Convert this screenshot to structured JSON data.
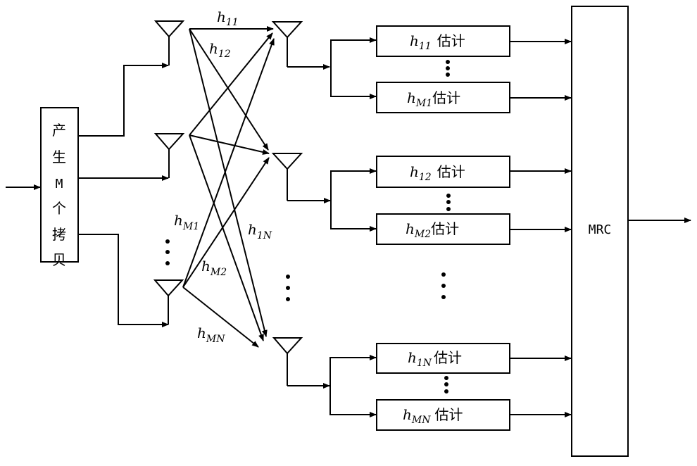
{
  "copy_block": {
    "chars": [
      "产",
      "生",
      "M",
      "个",
      "拷",
      "贝"
    ]
  },
  "channel_labels": {
    "h11": {
      "base": "h",
      "sub": "11"
    },
    "h12": {
      "base": "h",
      "sub": "12"
    },
    "hM1": {
      "base": "h",
      "sub": "M1"
    },
    "h1N": {
      "base": "h",
      "sub": "1N"
    },
    "hM2": {
      "base": "h",
      "sub": "M2"
    },
    "hMN": {
      "base": "h",
      "sub": "MN"
    }
  },
  "estimators": [
    {
      "base": "h",
      "sub": "11",
      "suffix": "估计"
    },
    {
      "base": "h",
      "sub": "M1",
      "suffix": "估计"
    },
    {
      "base": "h",
      "sub": "12",
      "suffix": "估计"
    },
    {
      "base": "h",
      "sub": "M2",
      "suffix": "估计"
    },
    {
      "base": "h",
      "sub": "1N",
      "suffix": "估计"
    },
    {
      "base": "h",
      "sub": "MN",
      "suffix": "估计"
    }
  ],
  "combiner": {
    "label": "MRC"
  }
}
